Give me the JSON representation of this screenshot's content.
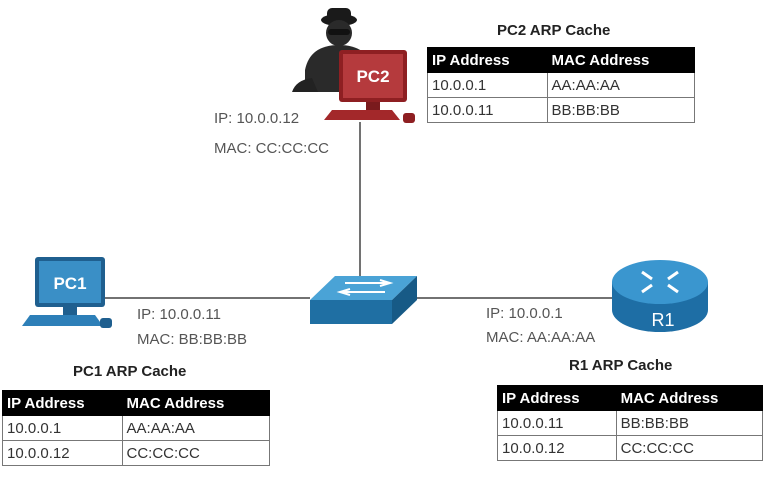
{
  "devices": {
    "pc2": {
      "name": "PC2",
      "ip": "IP: 10.0.0.12",
      "mac": "MAC: CC:CC:CC"
    },
    "pc1": {
      "name": "PC1",
      "ip": "IP: 10.0.0.11",
      "mac": "MAC: BB:BB:BB"
    },
    "r1": {
      "name": "R1",
      "ip": "IP: 10.0.0.1",
      "mac": "MAC: AA:AA:AA"
    }
  },
  "caches": {
    "pc2": {
      "title": "PC2 ARP Cache",
      "headers": [
        "IP Address",
        "MAC Address"
      ],
      "rows": [
        [
          "10.0.0.1",
          "AA:AA:AA"
        ],
        [
          "10.0.0.11",
          "BB:BB:BB"
        ]
      ]
    },
    "pc1": {
      "title": "PC1 ARP Cache",
      "headers": [
        "IP Address",
        "MAC Address"
      ],
      "rows": [
        [
          "10.0.0.1",
          "AA:AA:AA"
        ],
        [
          "10.0.0.12",
          "CC:CC:CC"
        ]
      ]
    },
    "r1": {
      "title": "R1 ARP Cache",
      "headers": [
        "IP Address",
        "MAC Address"
      ],
      "rows": [
        [
          "10.0.0.11",
          "BB:BB:BB"
        ],
        [
          "10.0.0.12",
          "CC:CC:CC"
        ]
      ]
    }
  },
  "colors": {
    "pc_blue": "#2d7fb8",
    "pc2_red": "#a3282a",
    "switch_blue": "#2b7fb0",
    "router_blue": "#2b86c0"
  }
}
